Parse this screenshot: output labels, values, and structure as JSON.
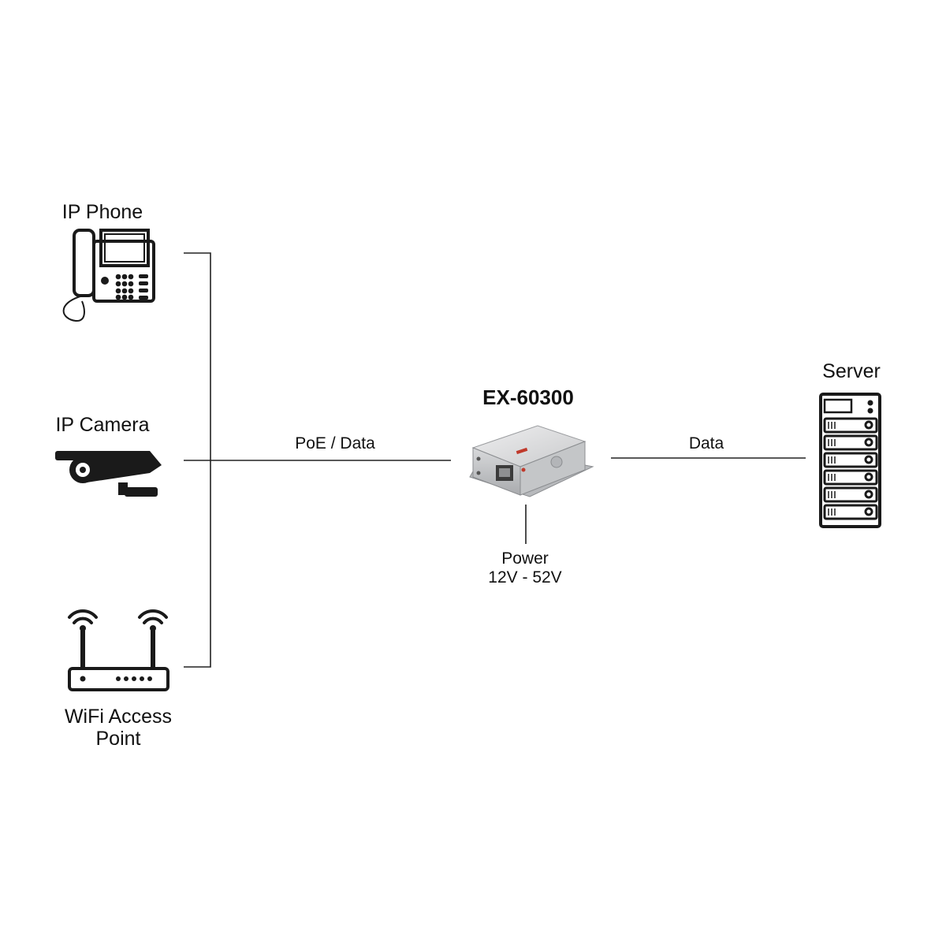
{
  "devices": {
    "ip_phone": {
      "label": "IP Phone"
    },
    "ip_camera": {
      "label": "IP Camera"
    },
    "wifi_ap": {
      "label_line1": "WiFi Access",
      "label_line2": "Point"
    },
    "server": {
      "label": "Server"
    },
    "extender": {
      "label": "EX-60300"
    }
  },
  "links": {
    "poe_data": "PoE  / Data",
    "data": "Data",
    "power_line1": "Power",
    "power_line2": "12V - 52V"
  },
  "colors": {
    "line": "#222222",
    "icon": "#1a1a1a",
    "device_body": "#d9dadb",
    "device_accent": "#c0392b"
  }
}
